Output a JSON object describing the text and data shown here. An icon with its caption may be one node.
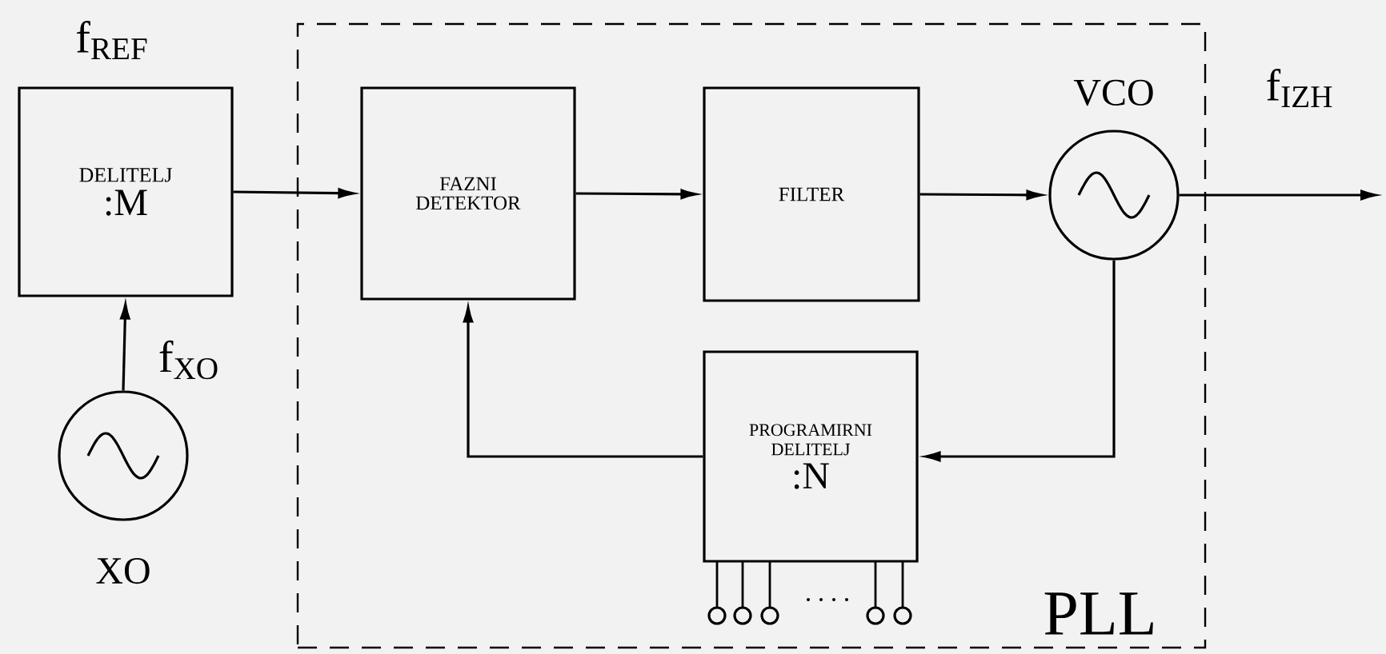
{
  "diagram": {
    "nodes": [
      {
        "text": [
          "DELITELJ",
          ":M"
        ],
        "beside": [
          "f$_{REF}$"
        ]
      },
      {
        "text": [],
        "shape": "circle",
        "beside": [
          "XO"
        ]
      },
      {
        "text": [
          "PLL"
        ]
      },
      {
        "text": [
          "FAZNI DETEKTOR"
        ],
        "in": 2
      },
      {
        "text": [
          "FILTER"
        ],
        "in": 2
      },
      {
        "text": [],
        "shape": "circle",
        "beside": [
          "VCO"
        ],
        "in": 2
      },
      {
        "text": [
          "PROGRAMIRNI DELITELJ",
          ":N"
        ],
        "in": 2
      }
    ],
    "edges": [
      {
        "from": 1,
        "to": 0,
        "arrow": "to",
        "label": "f$_{XO}$"
      },
      {
        "from": 0,
        "to": 3,
        "arrow": "to"
      },
      {
        "from": 3,
        "to": 4,
        "arrow": "to"
      },
      {
        "from": 4,
        "to": 5,
        "arrow": "to"
      },
      {
        "from": 5,
        "to": 6,
        "arrow": "to"
      },
      {
        "from": 6,
        "to": 3,
        "arrow": "to"
      },
      {
        "from": 5,
        "to": null,
        "arrow": "to",
        "label": "f$_{IZH}$"
      }
    ]
  }
}
